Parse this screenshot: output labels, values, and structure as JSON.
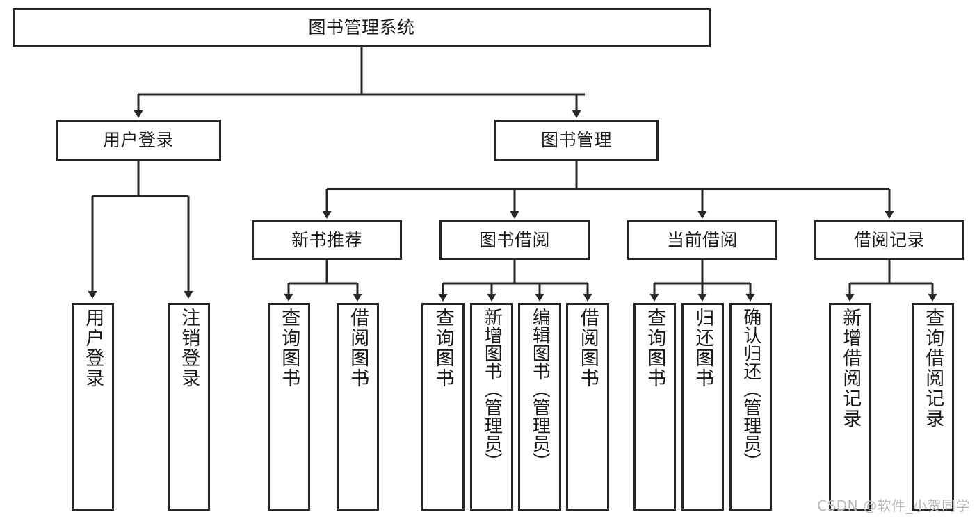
{
  "diagram": {
    "title": "图书管理系统",
    "watermark": "CSDN @软件_小贺同学",
    "style": {
      "line_color": "#262626",
      "box_fill": "#ffffff",
      "text_color": "#1a1a1a",
      "watermark_color": "#b9b9b9"
    }
  },
  "nodes": {
    "root": {
      "label": "图书管理系统"
    },
    "level1": [
      {
        "label": "用户登录"
      },
      {
        "label": "图书管理"
      }
    ],
    "level2": [
      {
        "label": "新书推荐"
      },
      {
        "label": "图书借阅"
      },
      {
        "label": "当前借阅"
      },
      {
        "label": "借阅记录"
      }
    ],
    "leaves_user_login": [
      {
        "label": "用户登录"
      },
      {
        "label": "注销登录"
      }
    ],
    "leaves_new_books": [
      {
        "label": "查询图书"
      },
      {
        "label": "借阅图书"
      }
    ],
    "leaves_borrow": [
      {
        "label": "查询图书"
      },
      {
        "label": "新增图书（管理员）"
      },
      {
        "label": "编辑图书（管理员）"
      },
      {
        "label": "借阅图书"
      }
    ],
    "leaves_current": [
      {
        "label": "查询图书"
      },
      {
        "label": "归还图书"
      },
      {
        "label": "确认归还（管理员）"
      }
    ],
    "leaves_records": [
      {
        "label": "新增借阅记录"
      },
      {
        "label": "查询借阅记录"
      }
    ]
  }
}
